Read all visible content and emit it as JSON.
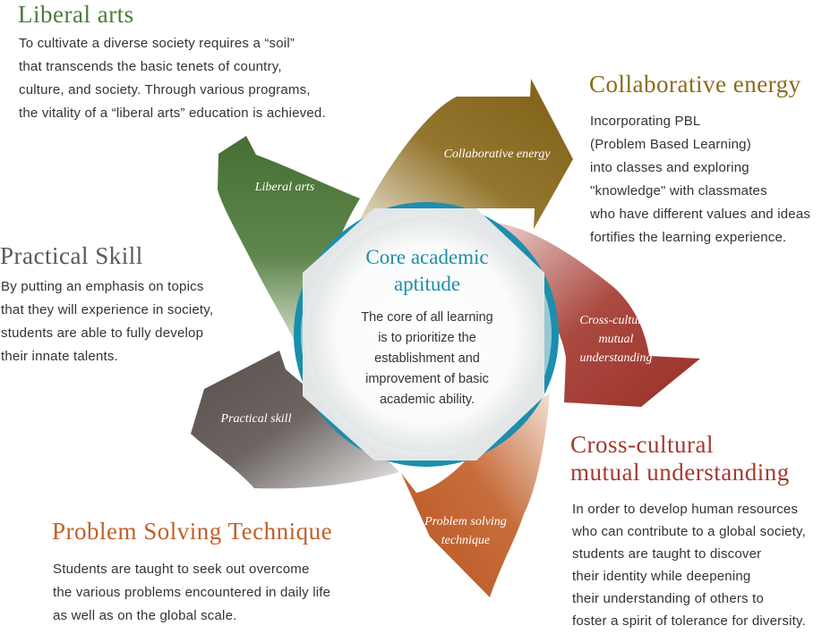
{
  "colors": {
    "liberal": "#4e7a3a",
    "collab": "#8b6a1c",
    "cross": "#a33a30",
    "problem": "#c2602a",
    "practical": "#5f5753",
    "core": "#1f8ea8"
  },
  "sections": {
    "liberal": {
      "title": "Liberal arts",
      "lines": [
        "To cultivate a diverse society requires a “soil”",
        "that transcends the basic tenets of country,",
        "culture, and society. Through various programs,",
        "the vitality of a “liberal arts” education is achieved."
      ]
    },
    "collab": {
      "title": "Collaborative energy",
      "lines": [
        "Incorporating PBL",
        "(Problem Based Learning)",
        "into classes and exploring",
        "\"knowledge\" with classmates",
        "who have different values and ideas",
        "fortifies the learning experience."
      ]
    },
    "practical": {
      "title": "Practical Skill",
      "lines": [
        "By putting an emphasis on topics",
        "that they will experience in society,",
        "students are able to fully develop",
        "their innate talents."
      ]
    },
    "cross": {
      "title_lines": [
        "Cross-cultural",
        "mutual understanding"
      ],
      "lines": [
        "In order to develop human resources",
        "who can contribute to a global society,",
        "students are taught to discover",
        "their identity while deepening",
        "their understanding of others to",
        "foster a spirit of tolerance for diversity."
      ]
    },
    "problem": {
      "title": "Problem Solving Technique",
      "lines": [
        "Students are taught to seek out overcome",
        "the various problems encountered in daily life",
        "as well as on the global scale."
      ]
    }
  },
  "arrows": {
    "liberal": [
      "Liberal arts"
    ],
    "collab": [
      "Collaborative energy"
    ],
    "cross": [
      "Cross-cultural",
      "mutual",
      "understanding"
    ],
    "problem": [
      "Problem solving",
      "technique"
    ],
    "practical": [
      "Practical skill"
    ]
  },
  "core": {
    "title_lines": [
      "Core academic",
      "aptitude"
    ],
    "lines": [
      "The core of all learning",
      "is to prioritize the",
      "establishment and",
      "improvement of basic",
      "academic ability."
    ]
  }
}
